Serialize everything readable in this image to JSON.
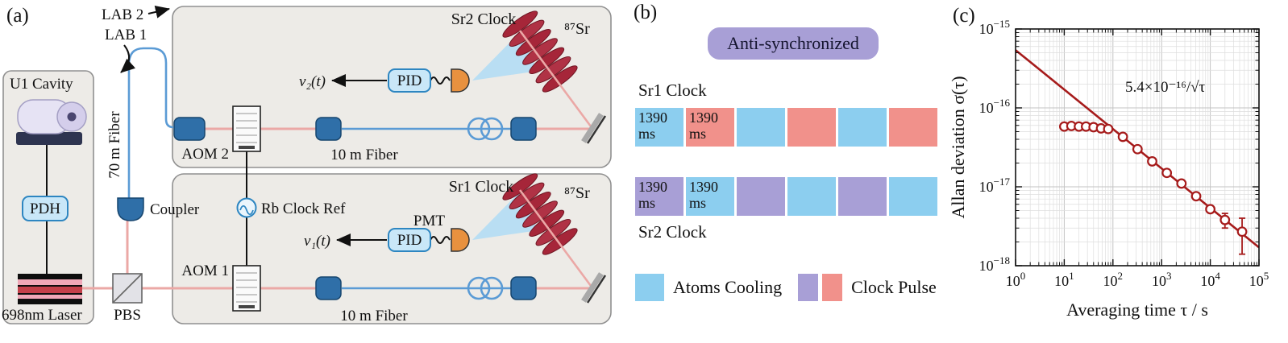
{
  "figure": {
    "panel_a_label": "(a)",
    "panel_b_label": "(b)",
    "panel_c_label": "(c)"
  },
  "panel_a": {
    "lab2": "LAB 2",
    "lab1": "LAB 1",
    "u1_cavity": "U1 Cavity",
    "pdh": "PDH",
    "laser": "698nm Laser",
    "pbs": "PBS",
    "fiber_70m": "70 m Fiber",
    "coupler": "Coupler",
    "aom2": "AOM 2",
    "aom1": "AOM 1",
    "rb_clock_ref": "Rb Clock Ref",
    "fiber_10m_top": "10 m  Fiber",
    "fiber_10m_bottom": "10 m  Fiber",
    "pid_top": "PID",
    "pid_bottom": "PID",
    "nu2": "ν₂(t)",
    "nu1": "ν₁(t)",
    "pmt": "PMT",
    "sr2_clock": "Sr2 Clock",
    "sr1_clock": "Sr1 Clock",
    "sr87_top": "⁸⁷Sr",
    "sr87_bottom": "⁸⁷Sr"
  },
  "panel_b": {
    "title": "Anti-synchronized",
    "sr1_row_label": "Sr1 Clock",
    "sr2_row_label": "Sr2 Clock",
    "segment_label": "1390 ms",
    "labeled_segments_per_row": 2,
    "sr1_sequence": [
      "cooling",
      "pulse",
      "cooling",
      "pulse",
      "cooling",
      "pulse"
    ],
    "sr2_sequence": [
      "pulse",
      "cooling",
      "pulse",
      "cooling",
      "pulse",
      "cooling"
    ],
    "colors": {
      "cooling": "#8CCEEF",
      "sr1_pulse": "#F1918B",
      "sr2_pulse": "#A89FD6",
      "badge": "#A89FD6"
    },
    "legend": [
      {
        "label": "Atoms Cooling",
        "swatches": [
          "cooling"
        ]
      },
      {
        "label": "Clock Pulse",
        "swatches": [
          "sr2_pulse",
          "sr1_pulse"
        ]
      }
    ]
  },
  "chart_data": {
    "type": "scatter",
    "xlabel": "Averaging time τ / s",
    "ylabel": "Allan deviation σ(τ)",
    "xscale": "log",
    "yscale": "log",
    "xlim": [
      1,
      100000
    ],
    "ylim": [
      1e-18,
      1e-15
    ],
    "grid": true,
    "annotation": "5.4×10⁻¹⁶/√τ",
    "fit": {
      "type": "power-law",
      "coefficient": 5.4e-16,
      "exponent": -0.5
    },
    "series": [
      {
        "marker": "open-circle",
        "color": "#A61B1B",
        "tau": [
          10,
          14,
          20,
          28,
          40,
          57,
          80,
          160,
          320,
          640,
          1280,
          2560,
          5120,
          10000,
          20000,
          45000
        ],
        "sigma": [
          5.8e-17,
          5.9e-17,
          5.8e-17,
          5.8e-17,
          5.7e-17,
          5.5e-17,
          5.4e-17,
          4.3e-17,
          3e-17,
          2.1e-17,
          1.5e-17,
          1.1e-17,
          7.6e-18,
          5.2e-18,
          3.8e-18,
          2.7e-18
        ],
        "yerr": [
          0,
          0,
          0,
          0,
          0,
          0,
          0,
          0,
          0,
          0,
          0,
          0,
          0,
          5e-19,
          8e-19,
          1.3e-18
        ]
      }
    ]
  }
}
